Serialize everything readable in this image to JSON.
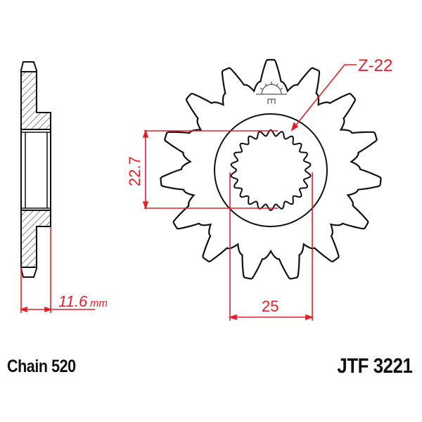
{
  "diagram": {
    "type": "front-sprocket-technical-drawing",
    "colors": {
      "outline": "#111111",
      "dimension": "#e0202a",
      "background": "#ffffff"
    },
    "sprocket": {
      "teeth": 15,
      "spline_teeth": 22
    },
    "dimensions": {
      "spline_label": "Z-22",
      "height_value": "22.7",
      "width_value": "25",
      "thickness_value": "11.6",
      "thickness_unit": "mm"
    },
    "logo_icon": "sun-logo-icon"
  },
  "footer": {
    "chain_label": "Chain 520",
    "part_number": "JTF 3221"
  }
}
